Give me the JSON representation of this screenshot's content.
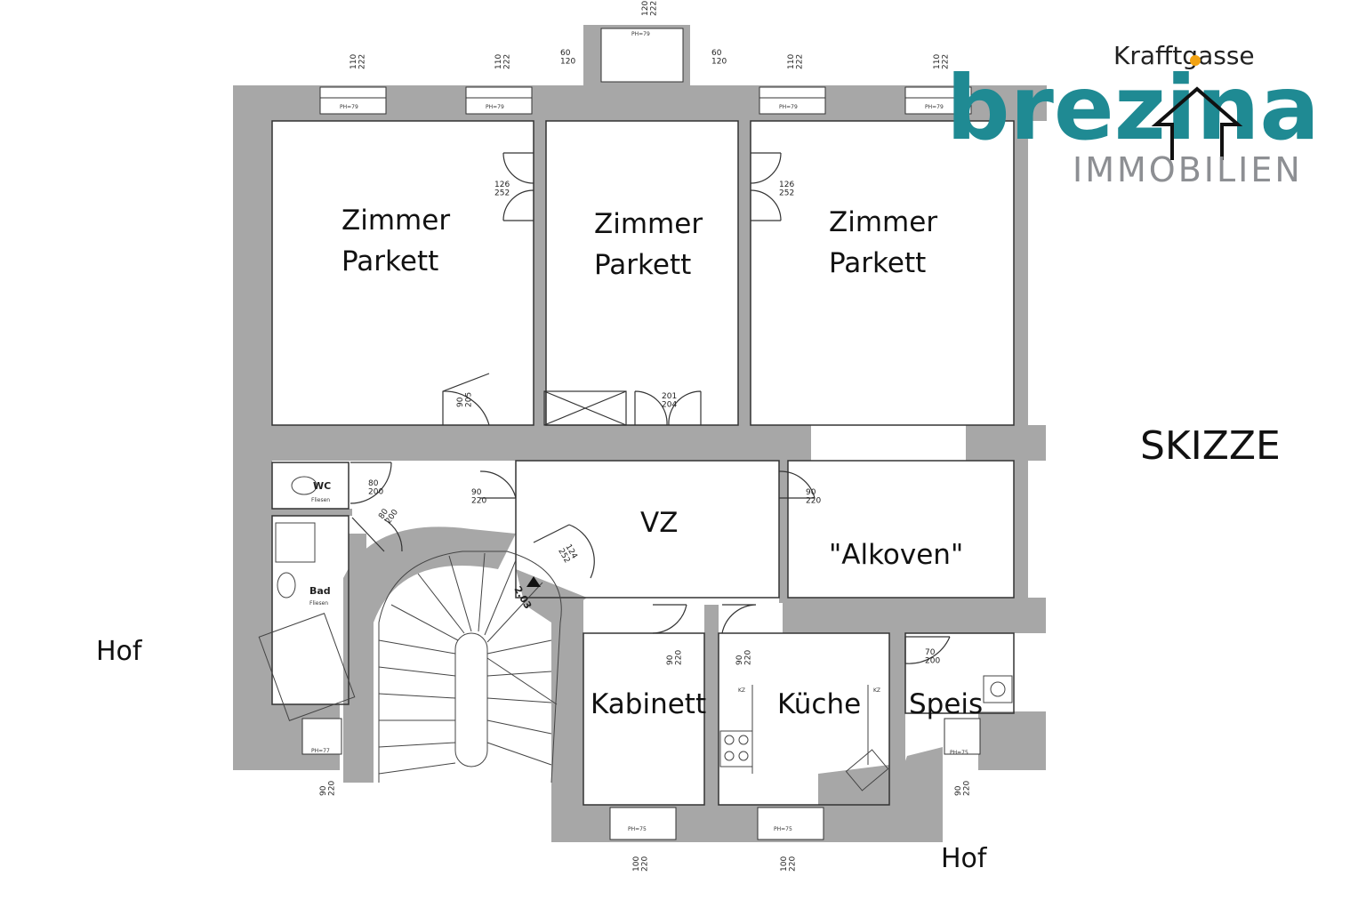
{
  "logo": {
    "street": "Krafftgasse",
    "brand": "brezina",
    "sub": "IMMOBILIEN",
    "accent": "#1f8a93",
    "dot": "#f2a313"
  },
  "sketch_label": "SKIZZE",
  "rooms": {
    "zimmer1": [
      "Zimmer",
      "Parkett"
    ],
    "zimmer2": [
      "Zimmer",
      "Parkett"
    ],
    "zimmer3": [
      "Zimmer",
      "Parkett"
    ],
    "vz": "VZ",
    "alkoven": "\"Alkoven\"",
    "kabinett": "Kabinett",
    "kueche": "Küche",
    "speis": "Speis",
    "bad": "Bad",
    "bad_sub": "Fliesen",
    "wc": "WC",
    "wc_sub": "Fliesen"
  },
  "outside": {
    "hof_left": "Hof",
    "hof_bottom": "Hof"
  },
  "stair_height": "2.03",
  "window_labels": {
    "top_1": "110\n222",
    "top_2": "110\n222",
    "top_3": "110\n222",
    "top_4": "110\n222",
    "top_center": "120\n222",
    "side_left": "60\n120",
    "side_right": "60\n120",
    "ph_79": "PH=79",
    "ph_77": "PH=77",
    "ph_75": "PH=75",
    "bottom_bad": "90\n220",
    "bottom_kab": "100\n220",
    "bottom_kue": "100\n220",
    "bottom_speis": "90\n220"
  },
  "door_labels": {
    "d1": "126\n252",
    "d2": "126\n252",
    "d3": "90\n205",
    "d4": "201\n204",
    "d5": "80\n200",
    "d6": "80\n200",
    "d7": "90\n220",
    "d8": "90\n220",
    "d9": "124\n252",
    "d10": "90\n220",
    "d11": "90\n220",
    "d12": "70\n200"
  },
  "kz": "KZ",
  "wall_color": "#a7a7a7"
}
